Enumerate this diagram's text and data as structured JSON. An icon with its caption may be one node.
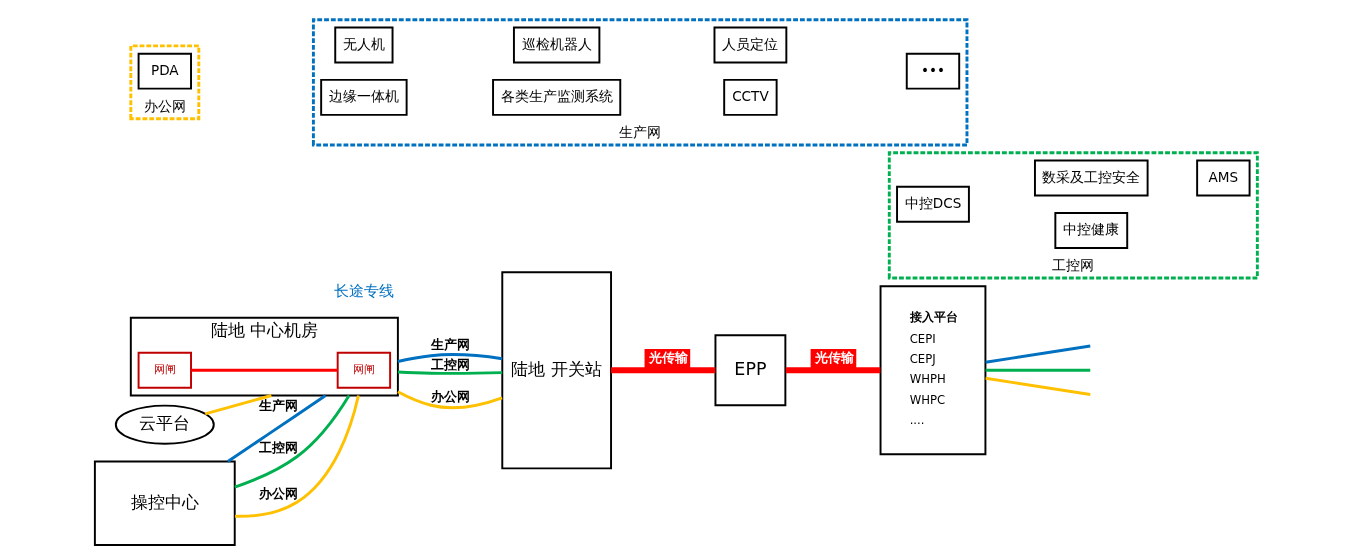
{
  "diagram": {
    "nodes": [
      {
        "text": [
          "云平台"
        ]
      },
      {
        "text": [
          "操控中心"
        ]
      },
      {
        "text": [
          "陆地 中心机房"
        ]
      },
      {
        "text": [
          "网闸"
        ],
        "in": 2
      },
      {
        "text": [
          "网闸"
        ],
        "in": 2
      },
      {
        "text": [
          "陆地 开关站"
        ]
      },
      {
        "text": [
          "EPP"
        ]
      },
      {
        "text": [
          "接入平台",
          "CEPI",
          "CEPJ",
          "WHPH",
          "WHPC",
          "...."
        ]
      },
      {
        "text": [
          "办公网"
        ]
      },
      {
        "text": [
          "PDA"
        ],
        "in": 8
      },
      {
        "text": [
          "生产网"
        ]
      },
      {
        "text": [
          "边缘一体机"
        ],
        "in": 10
      },
      {
        "text": [
          "各类生产监测系统"
        ],
        "in": 10
      },
      {
        "text": [
          "CCTV"
        ],
        "in": 10
      },
      {
        "text": [
          "无人机"
        ],
        "in": 10
      },
      {
        "text": [
          "巡检机器人"
        ],
        "in": 10
      },
      {
        "text": [
          "人员定位"
        ],
        "in": 10
      },
      {
        "text": [
          "•••"
        ],
        "in": 10
      },
      {
        "text": [
          "工控网"
        ]
      },
      {
        "text": [
          "中控DCS"
        ],
        "in": 18
      },
      {
        "text": [
          "中控健康"
        ],
        "in": 18
      },
      {
        "text": [
          "数采及工控安全"
        ],
        "in": 18
      },
      {
        "text": [
          "AMS"
        ],
        "in": 18
      }
    ],
    "edges": [
      {
        "from": 0,
        "to": 2,
        "arrow": "none",
        "color": "#ffc000"
      },
      {
        "from": 1,
        "to": 2,
        "arrow": "none",
        "label": "办公网",
        "color": "#ffc000"
      },
      {
        "from": 1,
        "to": 2,
        "arrow": "none",
        "label": "生产网",
        "color": "#0070c0"
      },
      {
        "from": 1,
        "to": 2,
        "arrow": "none",
        "label": "工控网",
        "color": "#00b050"
      },
      {
        "from": 2,
        "to": 5,
        "arrow": "none",
        "label": "办公网",
        "color": "#ffc000"
      },
      {
        "from": 2,
        "to": 5,
        "arrow": "none",
        "label": "生产网",
        "color": "#0070c0"
      },
      {
        "from": 2,
        "to": 5,
        "arrow": "none",
        "label": "工控网",
        "color": "#00b050"
      },
      {
        "from": 3,
        "to": 4,
        "arrow": "none",
        "color": "#ff0000"
      },
      {
        "from": 5,
        "to": 6,
        "arrow": "none",
        "label": "光传输",
        "style": "thick",
        "color": "#ff0000"
      },
      {
        "from": 6,
        "to": 7,
        "arrow": "none",
        "label": "光传输",
        "style": "thick",
        "color": "#ff0000"
      },
      {
        "from": 7,
        "to": null,
        "arrow": "none",
        "color": "#ffc000"
      },
      {
        "from": 7,
        "to": null,
        "arrow": "none",
        "color": "#0070c0"
      },
      {
        "from": 7,
        "to": null,
        "arrow": "none",
        "color": "#00b050"
      }
    ],
    "labels": [
      "长途专线"
    ]
  }
}
